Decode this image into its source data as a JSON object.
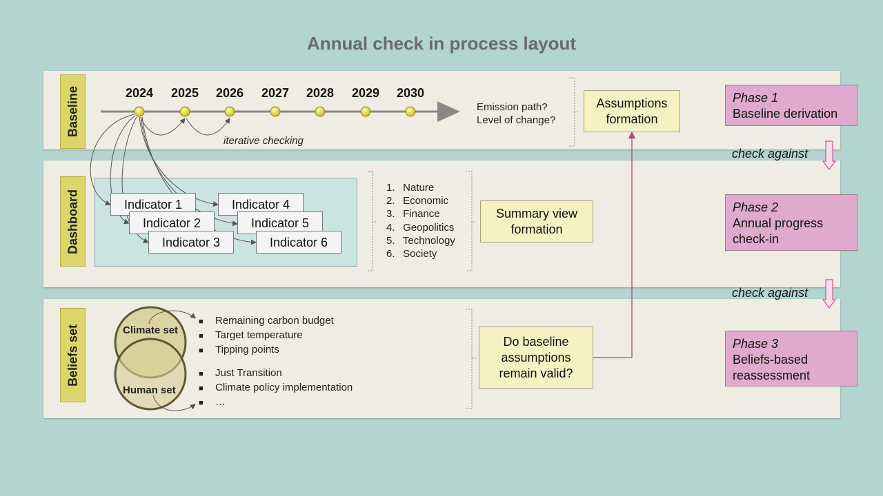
{
  "title": "Annual check in process layout",
  "colors": {
    "background": "#b3d4cf",
    "band": "#efece3",
    "tag": "#dcd56a",
    "yellow_box": "#f4f1c3",
    "phase_box": "#dfaacd",
    "arrow": "#c05a98"
  },
  "baseline": {
    "tag": "Baseline",
    "years": [
      "2024",
      "2025",
      "2026",
      "2027",
      "2028",
      "2029",
      "2030"
    ],
    "iterative_label": "iterative checking",
    "questions": [
      "Emission path?",
      "Level of change?"
    ],
    "box": [
      "Assumptions",
      "formation"
    ]
  },
  "dashboard": {
    "tag": "Dashboard",
    "indicators": [
      "Indicator 1",
      "Indicator 2",
      "Indicator 3",
      "Indicator 4",
      "Indicator 5",
      "Indicator 6"
    ],
    "list": [
      {
        "num": "1.",
        "label": "Nature"
      },
      {
        "num": "2.",
        "label": "Economic"
      },
      {
        "num": "3.",
        "label": "Finance"
      },
      {
        "num": "4.",
        "label": "Geopolitics"
      },
      {
        "num": "5.",
        "label": "Technology"
      },
      {
        "num": "6.",
        "label": "Society"
      }
    ],
    "box": [
      "Summary view",
      "formation"
    ]
  },
  "beliefs": {
    "tag": "Beliefs set",
    "climate_set": "Climate set",
    "human_set": "Human set",
    "climate_items": [
      "Remaining carbon budget",
      "Target temperature",
      "Tipping points"
    ],
    "human_items": [
      "Just Transition",
      "Climate policy implementation",
      "…"
    ],
    "box": [
      "Do baseline",
      "assumptions",
      "remain valid?"
    ]
  },
  "phases": [
    {
      "phase": "Phase 1",
      "lines": [
        "Baseline derivation"
      ]
    },
    {
      "phase": "Phase 2",
      "lines": [
        "Annual progress",
        "check-in"
      ]
    },
    {
      "phase": "Phase 3",
      "lines": [
        "Beliefs-based",
        "reassessment"
      ]
    }
  ],
  "check_against": [
    "check against",
    "check against"
  ]
}
